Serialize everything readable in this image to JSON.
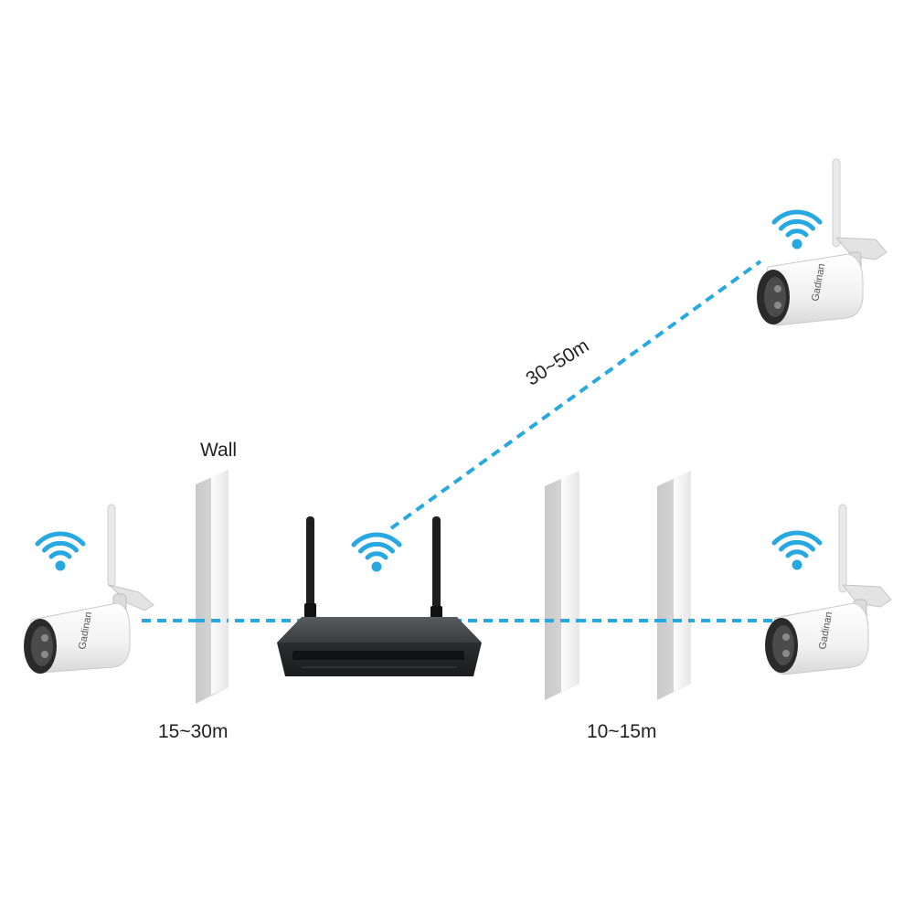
{
  "labels": {
    "wall": "Wall",
    "distance_left": "15~30m",
    "distance_right": "10~15m",
    "distance_diagonal": "30~50m"
  },
  "camera_brand": "Gadinan",
  "colors": {
    "signal": "#27a8e0",
    "nvr_body": "#3a3b3e",
    "antenna": "#1e1e1e",
    "wall_face": "#f0f0f0",
    "camera_body": "#f7f7f7"
  },
  "icons": [
    "wifi-icon",
    "nvr-recorder",
    "bullet-camera",
    "wall-panel"
  ]
}
